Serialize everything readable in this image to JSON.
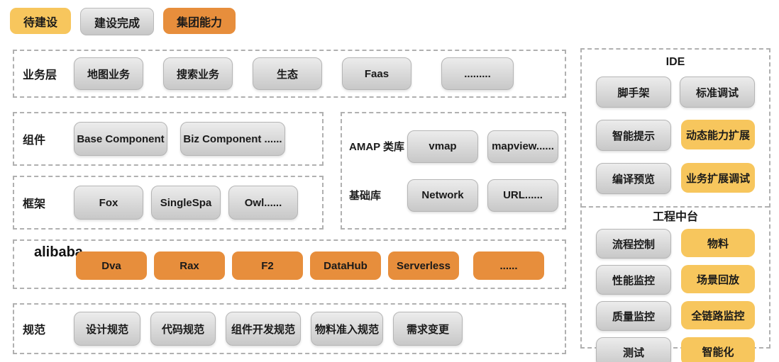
{
  "legend": {
    "items": [
      {
        "label": "待建设",
        "type": "yellow"
      },
      {
        "label": "建设完成",
        "type": "gray"
      },
      {
        "label": "集团能力",
        "type": "orange"
      }
    ]
  },
  "colors": {
    "yellow": "#f7c65d",
    "orange": "#e78e3c",
    "gray_top": "#ececec",
    "gray_bottom": "#c8c8c8",
    "dash_border": "#b0b0b0"
  },
  "sections": {
    "biz": {
      "label": "业务层",
      "items": [
        "地图业务",
        "搜索业务",
        "生态",
        "Faas",
        "........."
      ]
    },
    "comp": {
      "label": "组件",
      "items": [
        "Base Component",
        "Biz Component ......"
      ]
    },
    "frame": {
      "label": "框架",
      "items": [
        "Fox",
        "SingleSpa",
        "Owl......"
      ]
    },
    "amap": {
      "rows": [
        {
          "label": "AMAP 类库",
          "items": [
            "vmap",
            "mapview......"
          ]
        },
        {
          "label": "基础库",
          "items": [
            "Network",
            "URL......"
          ]
        }
      ]
    },
    "alibaba": {
      "label": "alibaba",
      "items": [
        "Dva",
        "Rax",
        "F2",
        "DataHub",
        "Serverless",
        "......"
      ]
    },
    "spec": {
      "label": "规范",
      "items": [
        "设计规范",
        "代码规范",
        "组件开发规范",
        "物料准入规范",
        "需求变更"
      ]
    },
    "ide": {
      "title": "IDE",
      "items": [
        {
          "label": "脚手架",
          "type": "gray"
        },
        {
          "label": "标准调试",
          "type": "gray"
        },
        {
          "label": "智能提示",
          "type": "gray"
        },
        {
          "label": "动态能力扩展",
          "type": "yellow"
        },
        {
          "label": "编译预览",
          "type": "gray"
        },
        {
          "label": "业务扩展调试",
          "type": "yellow"
        }
      ]
    },
    "platform": {
      "title": "工程中台",
      "items": [
        {
          "label": "流程控制",
          "type": "gray"
        },
        {
          "label": "物料",
          "type": "yellow"
        },
        {
          "label": "性能监控",
          "type": "gray"
        },
        {
          "label": "场景回放",
          "type": "yellow"
        },
        {
          "label": "质量监控",
          "type": "gray"
        },
        {
          "label": "全链路监控",
          "type": "yellow"
        },
        {
          "label": "测试",
          "type": "gray"
        },
        {
          "label": "智能化",
          "type": "yellow"
        }
      ]
    }
  }
}
